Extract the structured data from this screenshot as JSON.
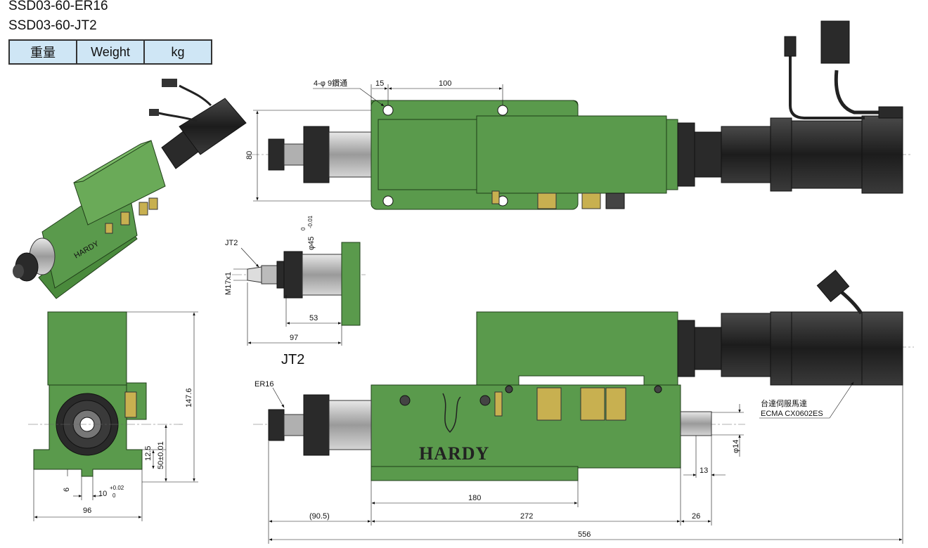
{
  "header": {
    "model_1": "SSD03-60-ER16",
    "model_2": "SSD03-60-JT2"
  },
  "spec_table": {
    "col_1": "重量",
    "col_2": "Weight",
    "col_3": "kg"
  },
  "top_view": {
    "hole_note": "4-φ 9鑽通",
    "dim_15": "15",
    "dim_100": "100",
    "dim_80": "80"
  },
  "jt2_view": {
    "label_jt2": "JT2",
    "thread": "M17x1",
    "dia_45": "φ45",
    "tol_upper": "0",
    "tol_lower": "-0.01",
    "dim_53": "53",
    "dim_97": "97",
    "caption": "JT2"
  },
  "end_view": {
    "dim_147_6": "147.6",
    "dim_12_5": "12.5",
    "dim_50": "50±0.01",
    "dim_6": "6",
    "dim_10": "10",
    "tol_10_upper": "+0.02",
    "tol_10_lower": "0",
    "dim_96": "96"
  },
  "side_view": {
    "label_er16": "ER16",
    "brand": "HARDY",
    "motor_line_1": "台達伺服馬達",
    "motor_line_2": "ECMA CX0602ES",
    "dim_phi14": "φ14",
    "dim_13": "13",
    "dim_180": "180",
    "dim_90_5": "(90.5)",
    "dim_272": "272",
    "dim_26": "26",
    "dim_556": "556"
  },
  "iso_view": {
    "brand": "HARDY"
  },
  "colors": {
    "body_green": "#5a9a4c",
    "body_edge": "#1f3d18",
    "motor_black": "#2a2a2a",
    "spindle_grey": "#b8b8b8",
    "brass": "#c8b050",
    "table_fill": "#cfe6f5"
  }
}
